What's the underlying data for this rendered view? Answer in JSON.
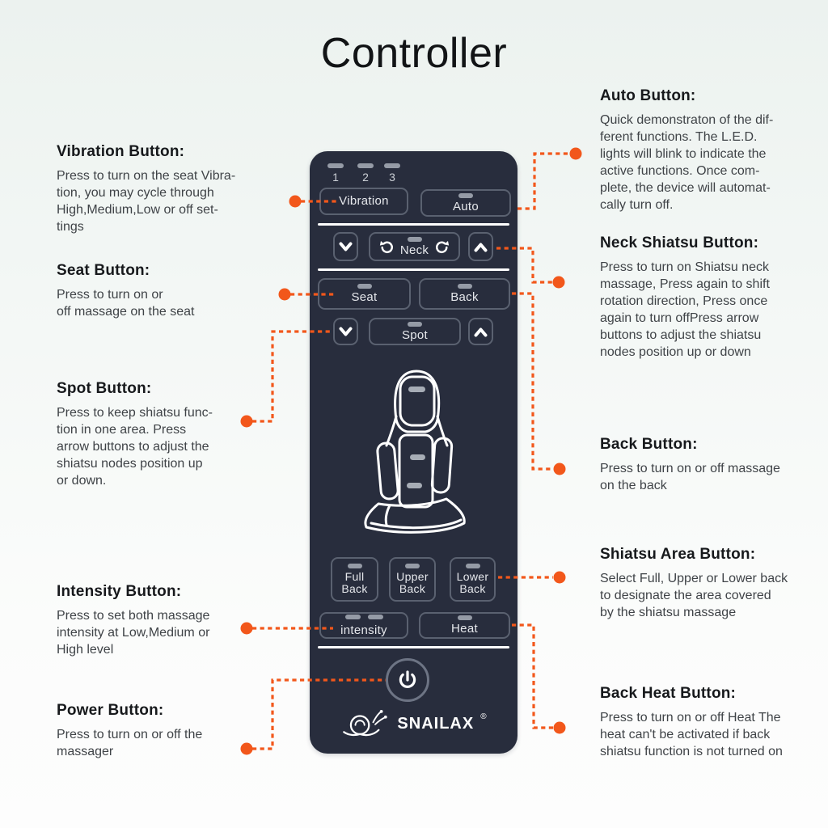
{
  "title": "Controller",
  "colors": {
    "accent": "#f2571b",
    "panel": "#282d3d",
    "led": "#959ba6",
    "heading": "#17191c",
    "body_text": "#3f4347"
  },
  "annotations": {
    "left": [
      {
        "heading": "Vibration Button:",
        "body": "Press to turn on the seat Vibra-\ntion, you may cycle through\nHigh,Medium,Low or off set-\ntings"
      },
      {
        "heading": "Seat Button:",
        "body": "Press to turn on or\noff massage on the seat"
      },
      {
        "heading": "Spot Button:",
        "body": "Press to keep shiatsu func-\ntion in one area. Press\narrow buttons to adjust the\nshiatsu nodes position up\nor down."
      },
      {
        "heading": "Intensity Button:",
        "body": "Press to set both massage\nintensity at Low,Medium or\nHigh level"
      },
      {
        "heading": "Power Button:",
        "body": "Press to turn on or off the\nmassager"
      }
    ],
    "right": [
      {
        "heading": "Auto Button:",
        "body": "Quick demonstraton of the dif-\nferent functions.  The L.E.D.\nlights will blink to indicate the\nactive functions.  Once com-\nplete, the device will automat-\ncally turn off."
      },
      {
        "heading": "Neck Shiatsu Button:",
        "body": "Press to turn on Shiatsu neck\nmassage, Press again to shift\nrotation direction, Press once\nagain to turn offPress arrow\nbuttons to adjust the shiatsu\nnodes position up or down"
      },
      {
        "heading": "Back Button:",
        "body": "Press to turn on or off massage\non the back"
      },
      {
        "heading": "Shiatsu Area Button:",
        "body": "Select Full, Upper or Lower back\nto designate the area covered\nby the shiatsu massage"
      },
      {
        "heading": "Back Heat Button:",
        "body": "Press to turn on or off Heat The\nheat can't be activated if back\nshiatsu function is not turned on"
      }
    ]
  },
  "controller": {
    "led_labels": [
      "1",
      "2",
      "3"
    ],
    "buttons": {
      "vibration": "Vibration",
      "auto": "Auto",
      "neck": "Neck",
      "seat": "Seat",
      "back": "Back",
      "spot": "Spot",
      "full_back": "Full\nBack",
      "upper_back": "Upper\nBack",
      "lower_back": "Lower\nBack",
      "intensity": "intensity",
      "heat": "Heat"
    },
    "brand": "SNAILAX",
    "registered": "®"
  }
}
